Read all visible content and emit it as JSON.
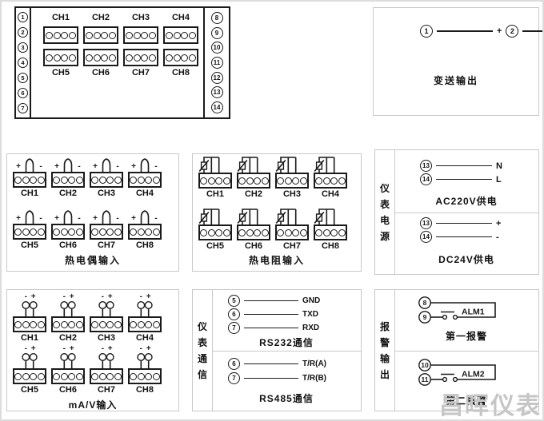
{
  "overview": {
    "left_terminals": [
      "1",
      "2",
      "3",
      "4",
      "5",
      "6",
      "7"
    ],
    "right_terminals": [
      "8",
      "9",
      "10",
      "11",
      "12",
      "13",
      "14"
    ],
    "top_channel_labels": [
      "CH1",
      "CH2",
      "CH3",
      "CH4"
    ],
    "bottom_channel_labels": [
      "CH5",
      "CH6",
      "CH7",
      "CH8"
    ]
  },
  "transmit_output": {
    "title": "变送输出",
    "terminals": [
      {
        "num": "1",
        "label": "+"
      },
      {
        "num": "2",
        "label": "-"
      }
    ]
  },
  "thermocouple_input": {
    "title": "热电偶输入",
    "plus": "+",
    "minus": "-",
    "row1_channels": [
      "CH1",
      "CH2",
      "CH3",
      "CH4"
    ],
    "row2_channels": [
      "CH5",
      "CH6",
      "CH7",
      "CH8"
    ]
  },
  "rtd_input": {
    "title": "热电阻输入",
    "row1_channels": [
      "CH1",
      "CH2",
      "CH3",
      "CH4"
    ],
    "row2_channels": [
      "CH5",
      "CH6",
      "CH7",
      "CH8"
    ]
  },
  "power": {
    "side_label": "仪表电源",
    "sections": [
      {
        "title": "AC220V供电",
        "terminals": [
          {
            "num": "13",
            "label": "N"
          },
          {
            "num": "14",
            "label": "L"
          }
        ]
      },
      {
        "title": "DC24V供电",
        "terminals": [
          {
            "num": "13",
            "label": "+"
          },
          {
            "num": "14",
            "label": "-"
          }
        ]
      }
    ]
  },
  "mav_input": {
    "title": "mA/V输入",
    "minus": "-",
    "plus": "+",
    "row1_channels": [
      "CH1",
      "CH2",
      "CH3",
      "CH4"
    ],
    "row2_channels": [
      "CH5",
      "CH6",
      "CH7",
      "CH8"
    ]
  },
  "comm": {
    "side_label": "仪表通信",
    "sections": [
      {
        "title": "RS232通信",
        "terminals": [
          {
            "num": "5",
            "label": "GND"
          },
          {
            "num": "6",
            "label": "TXD"
          },
          {
            "num": "7",
            "label": "RXD"
          }
        ]
      },
      {
        "title": "RS485通信",
        "terminals": [
          {
            "num": "6",
            "label": "T/R(A)"
          },
          {
            "num": "7",
            "label": "T/R(B)"
          }
        ]
      }
    ]
  },
  "alarm": {
    "side_label": "报警输出",
    "sections": [
      {
        "title": "第一报警",
        "relay_label": "ALM1",
        "terminal_a": "8",
        "terminal_b": "9"
      },
      {
        "title": "第二报警",
        "relay_label": "ALM2",
        "terminal_a": "10",
        "terminal_b": "11"
      }
    ]
  },
  "watermark": "昌晖仪表",
  "colors": {
    "line": "#1a1a1a",
    "panel_border": "#c9c9c9",
    "watermark": "#c6c6c6"
  }
}
